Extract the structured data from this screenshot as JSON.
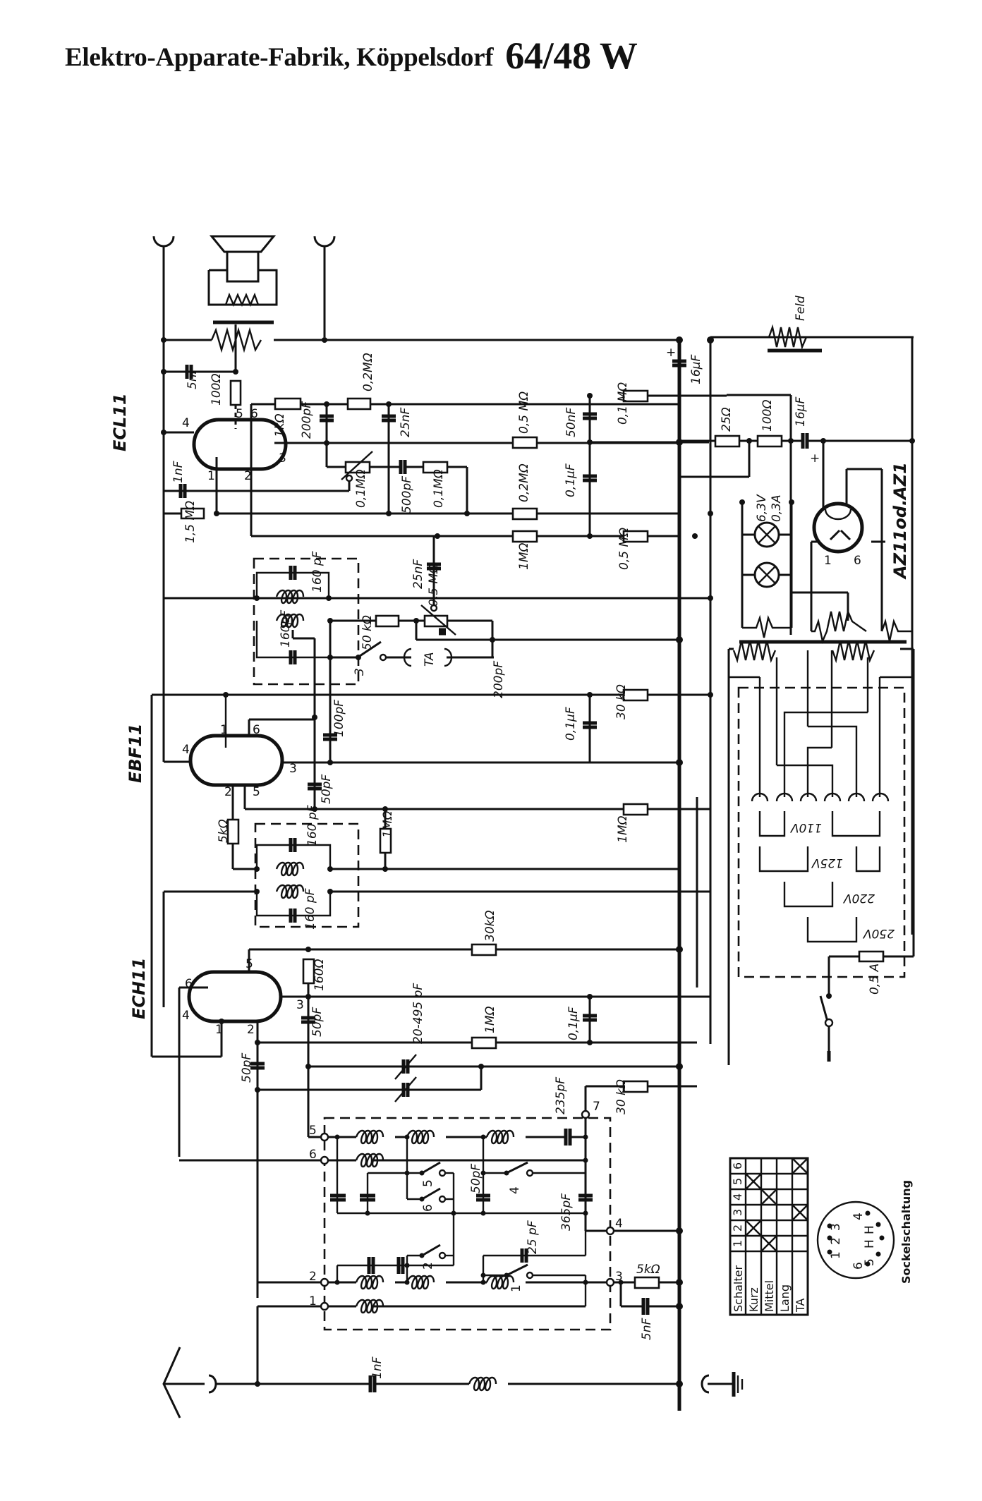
{
  "header": {
    "manufacturer": "Elektro-Apparate-Fabrik, Köppelsdorf",
    "model": "64/48 W"
  },
  "tubes": {
    "ecl11": "ECL11",
    "ebf11": "EBF11",
    "ech11": "ECH11",
    "rectifier": "AZ11od.AZ1"
  },
  "output_stage": {
    "c_anode": "5nF",
    "r_anode": "100Ω",
    "r_screen": "1kΩ",
    "c_200": "200pF",
    "r_02": "0,2MΩ",
    "c_25n": "25nF",
    "c_grid": "1nF",
    "r_grid": "1,5 MΩ",
    "pot_tone": "0,1MΩ",
    "c_500": "500pF",
    "r_01": "0,1MΩ"
  },
  "filter_network": {
    "r_05a": "0,5 MΩ",
    "c_50n": "50nF",
    "r_01b": "0,1 MΩ",
    "c_16u_top": "16µF",
    "r_02b": "0,2MΩ",
    "c_01u": "0,1µF",
    "r_1m": "1MΩ",
    "r_05b": "0,5 MΩ"
  },
  "power_supply": {
    "field_coil": "Feld",
    "r_25": "25Ω",
    "r_100": "100Ω",
    "c_16u": "16µF",
    "lamp_rating_v": "6,3V",
    "lamp_rating_a": "0,3A",
    "rect_pin_a": "1",
    "rect_pin_b": "6",
    "fuse": "0,5 A",
    "voltages": [
      "110V",
      "125V",
      "220V",
      "250V"
    ]
  },
  "demod_stage": {
    "if_cap_top": "160 pF",
    "if_cap_bottom": "160pF",
    "c_25n": "25nF",
    "pot_vol": "0,5 MΩ",
    "r_50k": "50 kΩ",
    "switch3": "3",
    "pickup": "TA",
    "c_200p": "200pF",
    "c_100p": "100pF",
    "c_50p": "50pF",
    "r_30k": "30 kΩ",
    "c_01u": "0,1µF",
    "r_5k": "5kΩ",
    "r_1m_a": "1MΩ",
    "r_1m_b": "1MΩ"
  },
  "mixer_stage": {
    "if2_cap_top": "160 pF",
    "if2_cap_bottom": "160 pF",
    "r_30k": "30kΩ",
    "r_160": "160Ω",
    "c_50p_a": "50pF",
    "c_50p_b": "50pF",
    "tuning_cap": "20-495 pF",
    "r_1m": "1MΩ",
    "c_01u": "0,1µF",
    "c_235": "235pF",
    "r_30k_b": "30 kΩ"
  },
  "coil_block": {
    "c_50p": "50pF",
    "c_365p": "365pF",
    "c_25p": "25 pF",
    "switches": [
      "1",
      "2",
      "4",
      "5",
      "6"
    ],
    "terminals": [
      "1",
      "2",
      "3",
      "4",
      "5",
      "6",
      "7"
    ],
    "r_5k": "5kΩ",
    "c_5n": "5nF",
    "c_1n": "1nF"
  },
  "pins": {
    "ecl11": [
      "1",
      "2",
      "3",
      "4",
      "5",
      "6"
    ],
    "ebf11": [
      "1",
      "2",
      "3",
      "4",
      "5",
      "6"
    ],
    "ech11": [
      "1",
      "2",
      "3",
      "4",
      "5",
      "6"
    ]
  },
  "switch_table": {
    "header": "Schalter",
    "columns": [
      "1",
      "2",
      "3",
      "4",
      "5",
      "6"
    ],
    "rows": [
      {
        "label": "Kurz",
        "marks": [
          false,
          true,
          false,
          false,
          true,
          false
        ]
      },
      {
        "label": "Mittel",
        "marks": [
          true,
          false,
          false,
          true,
          false,
          false
        ]
      },
      {
        "label": "Lang",
        "marks": [
          false,
          false,
          false,
          false,
          false,
          false
        ]
      },
      {
        "label": "TA",
        "marks": [
          false,
          false,
          true,
          false,
          false,
          true
        ]
      }
    ]
  },
  "socket": {
    "caption": "Sockelschaltung",
    "pins": [
      "1",
      "2",
      "3",
      "4",
      "5",
      "6",
      "H",
      "H"
    ]
  }
}
